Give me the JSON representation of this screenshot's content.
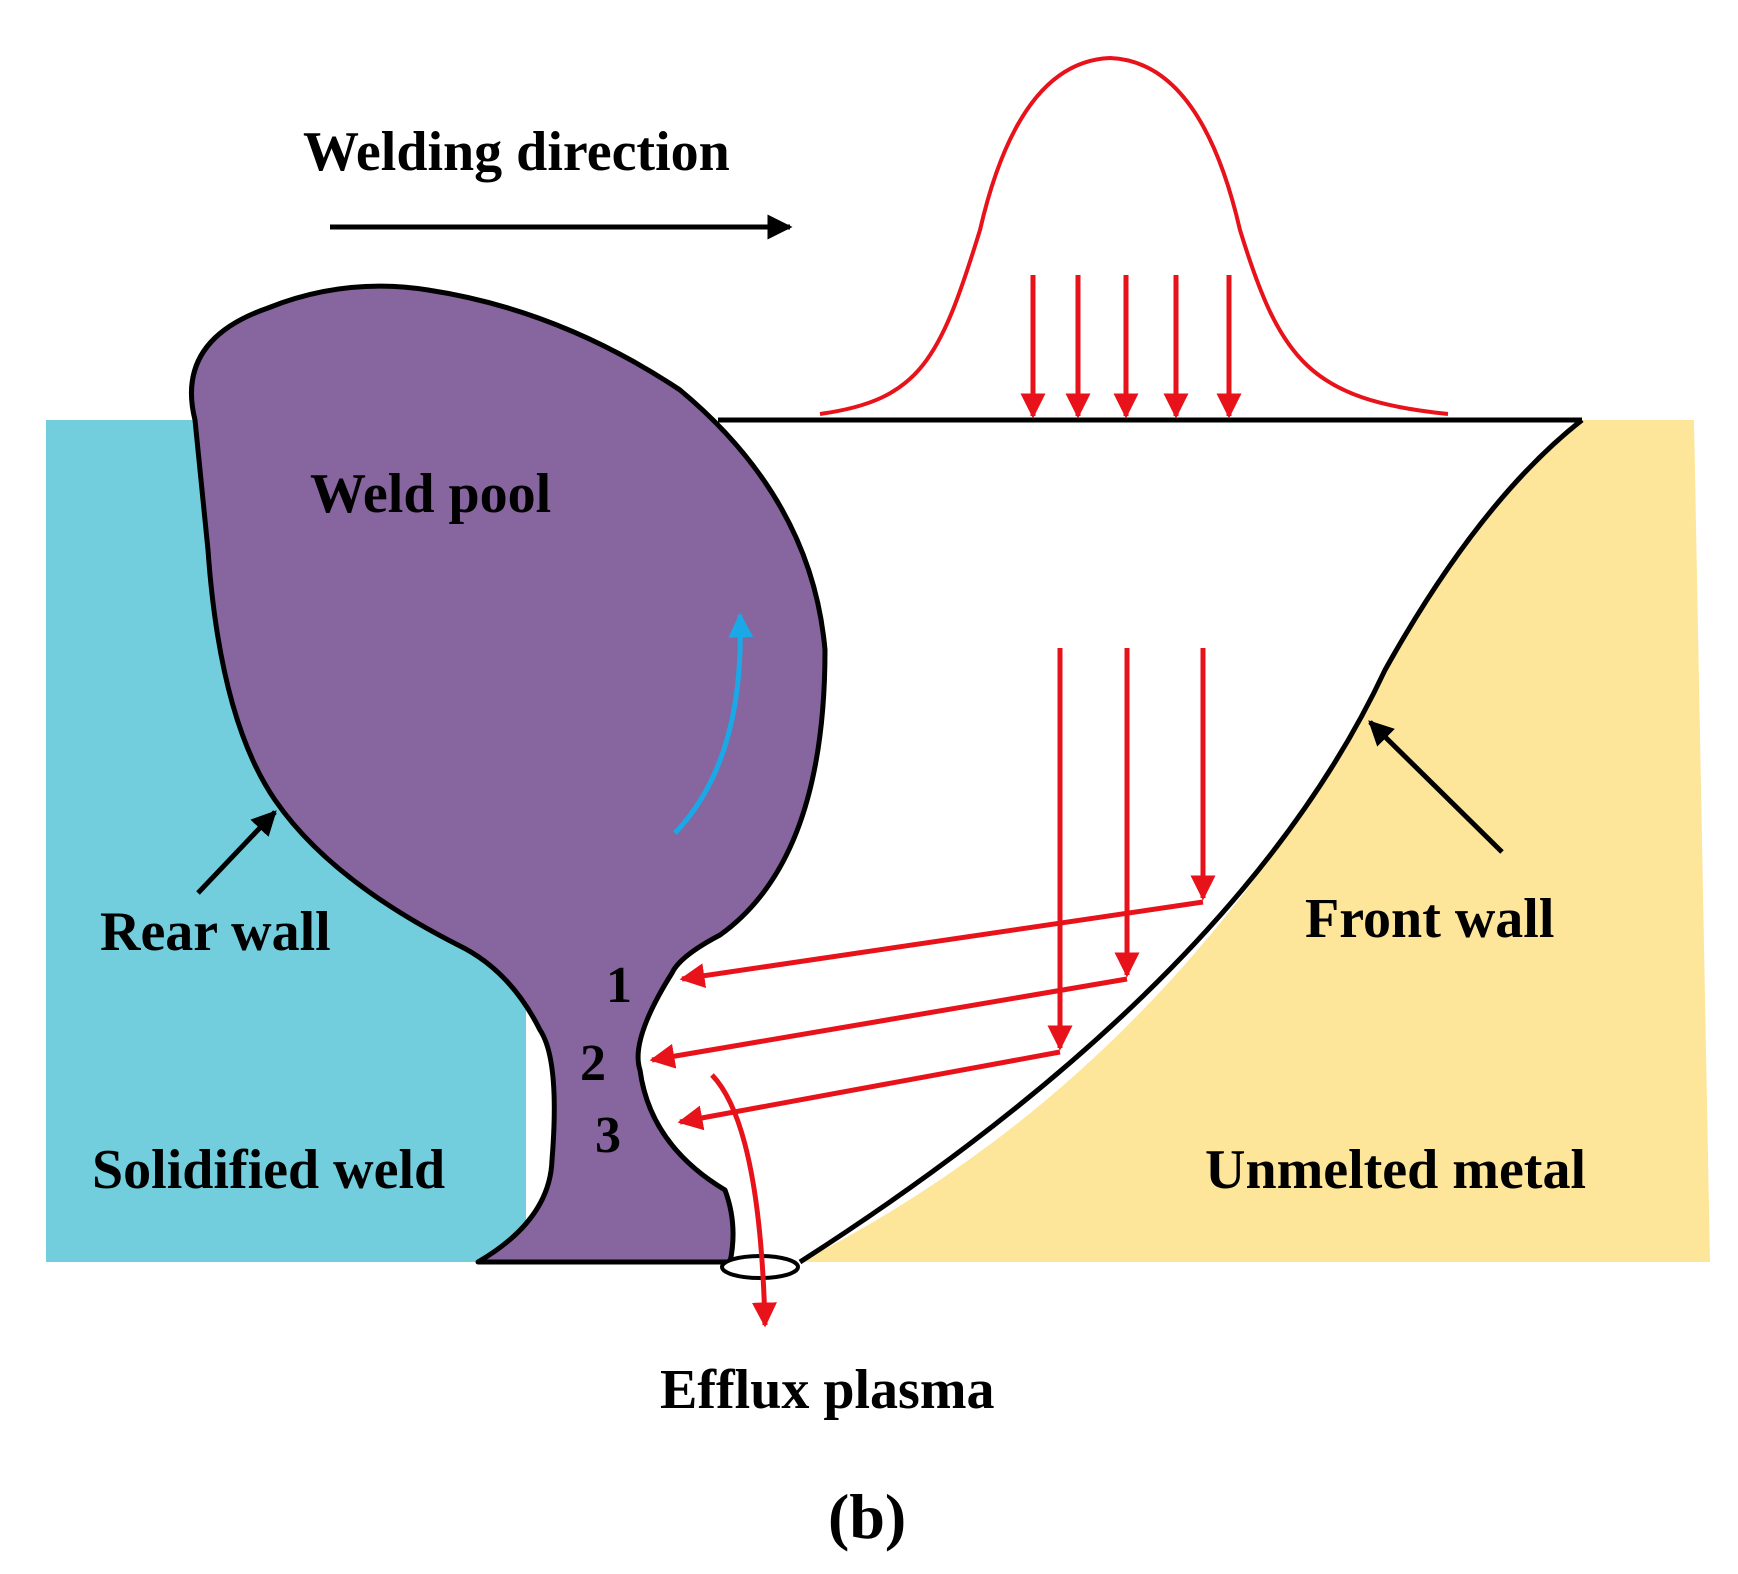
{
  "labels": {
    "welding_direction": "Welding direction",
    "weld_pool": "Weld pool",
    "rear_wall": "Rear wall",
    "front_wall": "Front wall",
    "solidified_weld": "Solidified weld",
    "unmelted_metal": "Unmelted metal",
    "efflux_plasma": "Efflux plasma",
    "point_1": "1",
    "point_2": "2",
    "point_3": "3",
    "panel": "(b)"
  },
  "colors": {
    "solidified_weld": "#72cedd",
    "unmelted_metal": "#fde59a",
    "weld_pool": "#87659f",
    "laser": "#e8121a",
    "flow": "#1aa9e6",
    "outline": "#000000"
  }
}
